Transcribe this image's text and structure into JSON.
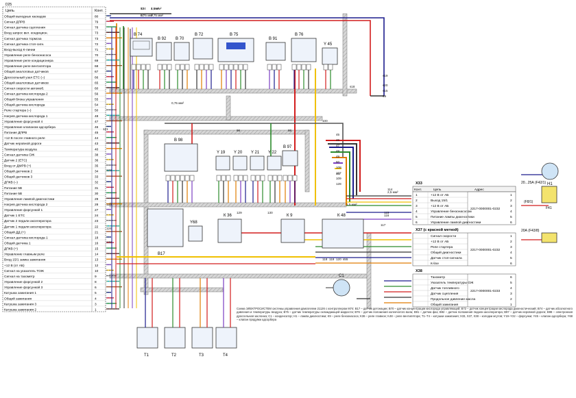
{
  "ecu": {
    "ref": "D25",
    "header": [
      "Цепь",
      "Конт."
    ],
    "rows": [
      {
        "label": "Общий выходных каскадов",
        "pin": "80"
      },
      {
        "label": "Сигнал ДПРВ",
        "pin": "79"
      },
      {
        "label": "Сигнал датчика сцепления",
        "pin": "78"
      },
      {
        "label": "Вход запрос вкл. кондицион.",
        "pin": "73"
      },
      {
        "label": "Сигнал датчика тормоза",
        "pin": "73"
      },
      {
        "label": "Сигнал датчика стоп-сигн.",
        "pin": "72"
      },
      {
        "label": "Вход-выход К-линии",
        "pin": "71"
      },
      {
        "label": "Управление реле бензонасоса",
        "pin": "70"
      },
      {
        "label": "Управление реле кондиционера",
        "pin": "69"
      },
      {
        "label": "Управление реле вентилятора",
        "pin": "68"
      },
      {
        "label": "Общий аналоговых датчиков",
        "pin": "67"
      },
      {
        "label": "Дроссельный узел ETC (–)",
        "pin": "66"
      },
      {
        "label": "Общий аналоговых датчиков",
        "pin": "65"
      },
      {
        "label": "Сигнал скорости автомоб.",
        "pin": "60"
      },
      {
        "label": "Сигнал датчика кислорода 2",
        "pin": "56"
      },
      {
        "label": "Общий блока управления",
        "pin": "55"
      },
      {
        "label": "Общий датчика кислорода",
        "pin": "54"
      },
      {
        "label": "Реле стартера (–)",
        "pin": "50"
      },
      {
        "label": "Нагрев датчика кислорода 1",
        "pin": "48"
      },
      {
        "label": "Управление форсункой 4",
        "pin": "47"
      },
      {
        "label": "Управление клапаном адсорбера",
        "pin": "46"
      },
      {
        "label": "Питание ДПРВ",
        "pin": "45"
      },
      {
        "label": "+12 В после главного реле",
        "pin": "44"
      },
      {
        "label": "Датчик неровной дороги",
        "pin": "43"
      },
      {
        "label": "Температура воздуха",
        "pin": "40"
      },
      {
        "label": "Сигнал датчика ОЖ",
        "pin": "38"
      },
      {
        "label": "Датчик 2 (ETC)",
        "pin": "36"
      },
      {
        "label": "Вход от ДМРВ (+)",
        "pin": "35"
      },
      {
        "label": "Общий датчиков 2",
        "pin": "34"
      },
      {
        "label": "Общий датчиков 3",
        "pin": "33"
      },
      {
        "label": "ДПКВ (–)",
        "pin": "32"
      },
      {
        "label": "Питание 5В",
        "pin": "31"
      },
      {
        "label": "Питание 5В",
        "pin": "30"
      },
      {
        "label": "Управление лампой диагностики",
        "pin": "29"
      },
      {
        "label": "Нагрев датчика кислорода 2",
        "pin": "28"
      },
      {
        "label": "Управление форсункой 1",
        "pin": "27"
      },
      {
        "label": "Датчик 1 ETC",
        "pin": "24"
      },
      {
        "label": "Датчик 2 педали акселератора",
        "pin": "23"
      },
      {
        "label": "Датчик 1 педали акселератора",
        "pin": "22"
      },
      {
        "label": "Общий ДД (+)",
        "pin": "21"
      },
      {
        "label": "Сигнал датчика кислорода 1",
        "pin": "18"
      },
      {
        "label": "Общий датчика 1",
        "pin": "16"
      },
      {
        "label": "ДПКВ (+)",
        "pin": "15"
      },
      {
        "label": "Управление главным реле",
        "pin": "14"
      },
      {
        "label": "Вход 15/1 замка зажигания",
        "pin": "13"
      },
      {
        "label": "+12 В (от АБ)",
        "pin": "12"
      },
      {
        "label": "Сигнал на указатель ТОЖ",
        "pin": "10"
      },
      {
        "label": "Сигнал на тахометр",
        "pin": "9"
      },
      {
        "label": "Управление форсункой 2",
        "pin": "8"
      },
      {
        "label": "Управление форсункой 3",
        "pin": "6"
      },
      {
        "label": "Катушка зажигания 1",
        "pin": "5"
      },
      {
        "label": "Общий зажигания",
        "pin": "4"
      },
      {
        "label": "Катушка зажигания 3",
        "pin": "3"
      },
      {
        "label": "Катушка зажигания 2",
        "pin": "1"
      }
    ]
  },
  "connector_x33": {
    "ref": "X33",
    "header": [
      "Конт.",
      "Цепь",
      "Адрес"
    ],
    "rows": [
      {
        "pin": "1",
        "label": "+12 В от АБ"
      },
      {
        "pin": "2",
        "label": "Выход 15/1"
      },
      {
        "pin": "3",
        "label": "+12 В от АБ"
      },
      {
        "pin": "4",
        "label": "Управление бензонасосом"
      },
      {
        "pin": "5",
        "label": "Питание лампы диагностики"
      },
      {
        "pin": "6",
        "label": "Управление лампой диагностики"
      }
    ],
    "address": "2217-0000001-0232",
    "extra_pins": [
      "1",
      "2",
      "3",
      "4",
      "5",
      "6"
    ]
  },
  "connector_x37": {
    "ref": "X37 (с красной меткой)",
    "rows": [
      {
        "label": "Сигнал скорости"
      },
      {
        "label": "+12 В от АБ"
      },
      {
        "label": "Реле стартера"
      },
      {
        "label": "Общий диагностики"
      },
      {
        "label": "Датчик стоп-сигнала"
      },
      {
        "label": "К-line"
      }
    ],
    "address": "2217-0000001-0232",
    "pins_right": [
      "1",
      "2",
      "3",
      "4",
      "5",
      "6"
    ]
  },
  "connector_x38": {
    "ref": "X38",
    "rows": [
      {
        "label": "Тахометр"
      },
      {
        "label": "Указатель температуры ОЖ"
      },
      {
        "label": "Датчик топливного"
      },
      {
        "label": "Датчик сцепления"
      },
      {
        "label": "Продольное давление масла"
      },
      {
        "label": "Общий зажигания"
      }
    ],
    "address": "2217-0000001-0233",
    "pins_right": [
      "6",
      "5",
      "4",
      "3",
      "2",
      "1"
    ]
  },
  "fuses": {
    "f42": "20...25А (F42/1)",
    "f42_ref": "(F8/1)",
    "f43": "20А (F43/8)",
    "f41": "F41"
  },
  "components": {
    "b74": "В 74",
    "b92": "В 92",
    "b70": "В 70",
    "b72": "В 72",
    "b75": "В 75",
    "b91": "В 91",
    "b76": "В 76",
    "y45": "Y 45",
    "b98": "В 98",
    "y19": "Y 19",
    "y20": "Y 20",
    "y21": "Y 21",
    "y22": "Y 22",
    "b97": "В 97",
    "y68": "Y68",
    "k36": "К 36",
    "k9": "К 9",
    "k48": "К 48",
    "b17": "В17",
    "t1": "T1",
    "t2": "T2",
    "t3": "T3",
    "t4": "T4",
    "c1": "C1",
    "h1": "H1"
  },
  "wire_labels": [
    "83",
    "4,0 мм²",
    "87",
    "0,75 мм²",
    "96",
    "98",
    "100",
    "121",
    "122",
    "123",
    "124",
    "132",
    "0,75 мм²",
    "1,5 мм²",
    "2,5 мм²",
    "114",
    "115",
    "116",
    "117",
    "118",
    "119",
    "120",
    "s55",
    "s18",
    "s19",
    "s20",
    "s15",
    "99",
    "45",
    "46",
    "47",
    "48",
    "49",
    "50",
    "108",
    "107",
    "109",
    "128",
    "129",
    "130",
    "134",
    "1 мм²",
    "0,75 мм²"
  ],
  "caption": "Схема ЭЛЕКТРОСИСТЕМ системы управления двигателем 21126 с контроллером М74: B17 – датчик детонации; B70 – датчик концентрации кислорода управляющий; B72 – датчик концентрации кислорода диагностический; B74 – датчик абсолютного давления и температуры воздуха; B75 – датчик температуры охлаждающей жидкости; B76 – датчик положения коленчатого вала; B91 – датчик фаз; B92 – датчик положения педали акселератора; B97 – датчик неровной дороги; B98 – электронная дроссельная заслонка; C1 – конденсатор; H1 – лампа диагностики; K9 – реле бензонасоса; K36 – реле главное; K48 – реле вентилятора; T1–T4 – катушки зажигания; X33, X37, X38 – колодки жгутов; Y19–Y22 – форсунки; Y45 – клапан адсорбера; Y68 – клапан продувки адсорбера"
}
